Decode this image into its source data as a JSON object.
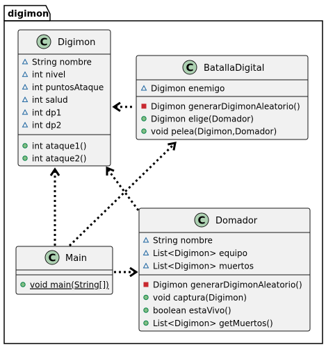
{
  "package": {
    "name": "digimon"
  },
  "classes": {
    "digimon": {
      "icon": "C",
      "name": "Digimon",
      "fields": [
        {
          "vis": "package",
          "text": "String nombre"
        },
        {
          "vis": "package",
          "text": "int nivel"
        },
        {
          "vis": "package",
          "text": "int puntosAtaque"
        },
        {
          "vis": "package",
          "text": "int salud"
        },
        {
          "vis": "package",
          "text": "int dp1"
        },
        {
          "vis": "package",
          "text": "int dp2"
        }
      ],
      "methods": [
        {
          "vis": "public",
          "text": "int ataque1()"
        },
        {
          "vis": "public",
          "text": "int ataque2()"
        }
      ]
    },
    "batalla": {
      "icon": "C",
      "name": "BatallaDigital",
      "fields": [
        {
          "vis": "package",
          "text": "Digimon enemigo"
        }
      ],
      "methods": [
        {
          "vis": "private",
          "text": "Digimon generarDigimonAleatorio()"
        },
        {
          "vis": "public",
          "text": "Digimon elige(Domador)"
        },
        {
          "vis": "public",
          "text": "void pelea(Digimon,Domador)"
        }
      ]
    },
    "domador": {
      "icon": "C",
      "name": "Domador",
      "fields": [
        {
          "vis": "package",
          "text": "String nombre"
        },
        {
          "vis": "package",
          "text": "List<Digimon> equipo"
        },
        {
          "vis": "package",
          "text": "List<Digimon> muertos"
        }
      ],
      "methods": [
        {
          "vis": "private",
          "text": "Digimon generarDigimonAleatorio()"
        },
        {
          "vis": "public",
          "text": "void captura(Digimon)"
        },
        {
          "vis": "public",
          "text": "boolean estaVivo()"
        },
        {
          "vis": "public",
          "text": "List<Digimon> getMuertos()"
        }
      ]
    },
    "main": {
      "icon": "C",
      "name": "Main",
      "fields": [],
      "methods": [
        {
          "vis": "public",
          "text": "void main(String[])",
          "static": true
        }
      ]
    }
  },
  "colors": {
    "class_fill": "#f1f1f1",
    "border": "#181818",
    "icon_fill": "#add1b2",
    "public": "#84be84",
    "private": "#c82930",
    "package": "#1963a0"
  },
  "relations": [
    {
      "from": "batalla",
      "to": "digimon",
      "style": "dotted",
      "head": "open-arrow"
    },
    {
      "from": "domador",
      "to": "digimon",
      "style": "dotted",
      "head": "open-arrow"
    },
    {
      "from": "main",
      "to": "digimon",
      "style": "dotted",
      "head": "open-arrow"
    },
    {
      "from": "main",
      "to": "batalla",
      "style": "dotted",
      "head": "open-arrow"
    },
    {
      "from": "main",
      "to": "domador",
      "style": "dotted",
      "head": "open-arrow"
    }
  ]
}
